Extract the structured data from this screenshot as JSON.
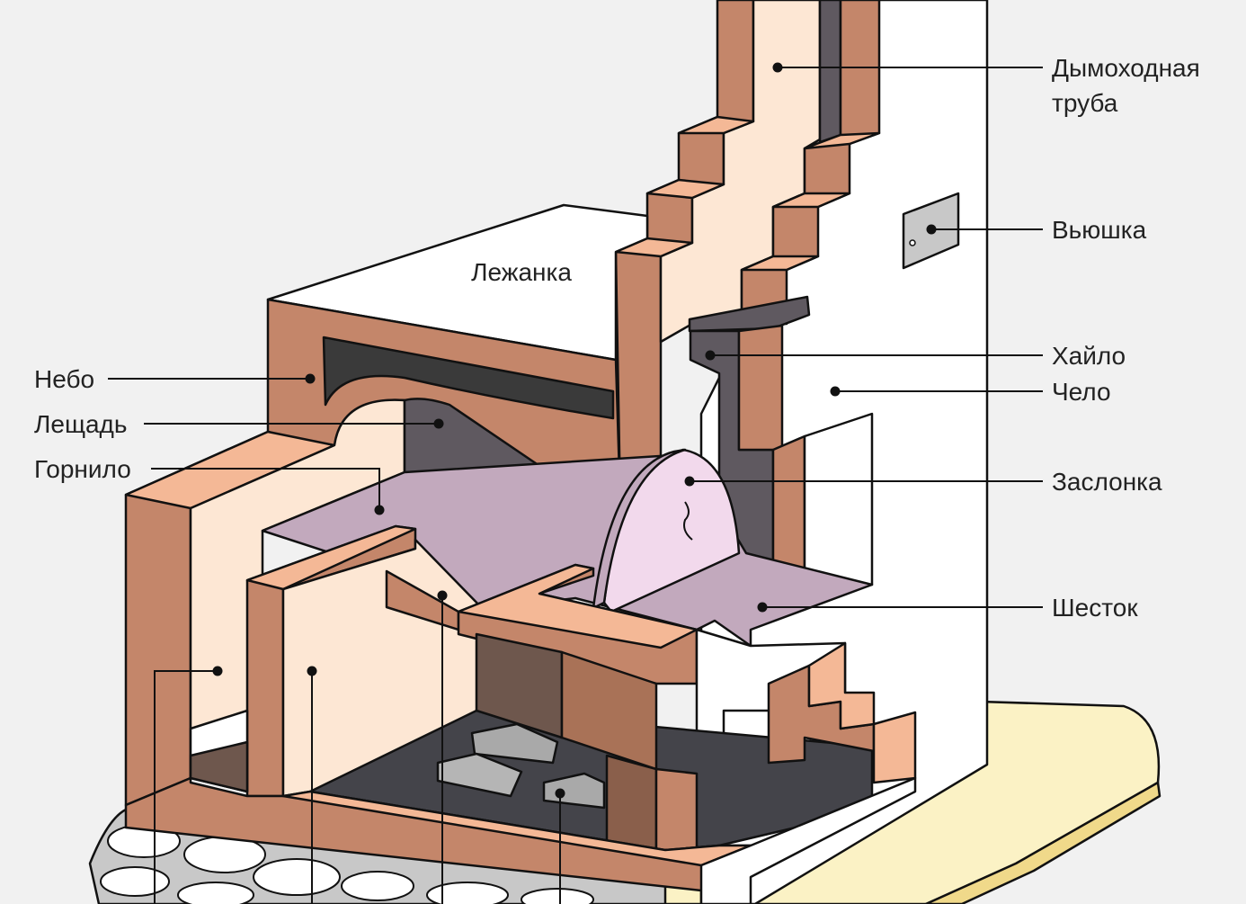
{
  "labels": {
    "chimney": [
      "Дымоходная",
      "труба"
    ],
    "vyushka": "Вьюшка",
    "lezhanka": "Лежанка",
    "khailo": "Хайло",
    "chelo": "Чело",
    "nebo": "Небо",
    "leshchad": "Лещадь",
    "gornilo": "Горнило",
    "zaslonka": "Заслонка",
    "shestok": "Шесток"
  },
  "colors": {
    "background": "#f1f1f1",
    "brick": "#c4866a",
    "brick_light": "#f4b896",
    "inner_wall": "#fde7d4",
    "inner_dark": "#5f5960",
    "flue_dark": "#3a3a3a",
    "floor_purple": "#c2a9bd",
    "door_pink": "#f2d9ec",
    "white_plaster": "#ffffff",
    "cellar_dark": "#44444a",
    "ground_yellow": "#fbf2c5",
    "stone_gray": "#c8c8c8"
  }
}
